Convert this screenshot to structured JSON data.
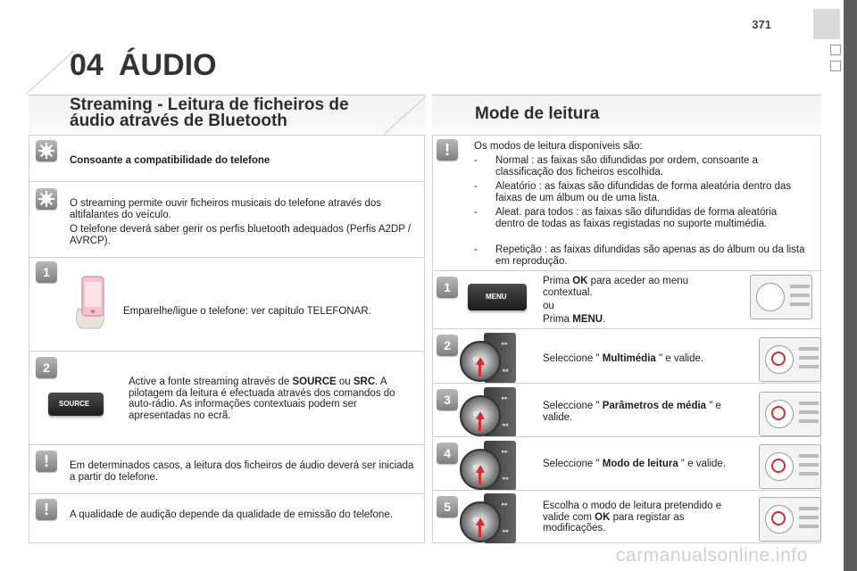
{
  "page_number": "371",
  "chapter": {
    "number": "04",
    "title": "ÁUDIO"
  },
  "left_section": {
    "title_line1": "Streaming - Leitura de ficheiros de",
    "title_line2": "áudio através de Bluetooth",
    "compat_heading": "Consoante a compatibilidade do telefone",
    "intro_p1": "O streaming permite ouvir ficheiros musicais do telefone através dos altifalantes do veículo.",
    "intro_p2": "O telefone deverá saber gerir os perfis bluetooth adequados (Perfis A2DP / AVRCP).",
    "step1_text": "Emparelhe/ligue o telefone: ver capítulo TELEFONAR.",
    "step2": {
      "pre": "Active a fonte streaming através de ",
      "source": "SOURCE",
      "mid": " ou ",
      "src": "SRC",
      "post": ". A pilotagem da leitura é efectuada através dos comandos do auto-rádio. As informações contextuais podem ser apresentadas no ecrã."
    },
    "source_button_label": "SOURCE",
    "warning1": "Em determinados casos, a leitura dos ficheiros de áudio deverá ser iniciada a partir do telefone.",
    "warning2": "A qualidade de audição depende da qualidade de emissão do telefone."
  },
  "right_section": {
    "title": "Mode de leitura",
    "intro": "Os modos de leitura disponíveis são:",
    "modes": [
      "Normal : as faixas são difundidas por ordem, consoante a classificação dos ficheiros escolhida.",
      "Aleatório : as faixas são difundidas de forma aleatória dentro das faixas de um álbum ou de uma lista.",
      "Aleat. para todos : as faixas são difundidas de forma aleatória dentro de todas as faixas registadas no suporte multimédia.",
      "Repetição : as faixas difundidas são apenas as do álbum ou da lista em reprodução."
    ],
    "dash": "-",
    "menu_button_label": "MENU",
    "steps": [
      {
        "number": "1",
        "pre": "Prima ",
        "bold": "OK",
        "post": " para aceder ao menu contextual.",
        "or": "ou",
        "pre2": "Prima ",
        "bold2": "MENU",
        "post2": "."
      },
      {
        "number": "2",
        "pre": "Seleccione \" ",
        "bold": "Multimédia",
        "post": " \" e valide."
      },
      {
        "number": "3",
        "pre": "Seleccione \" ",
        "bold": "Parâmetros de média",
        "post": " \" e valide."
      },
      {
        "number": "4",
        "pre": "Seleccione \" ",
        "bold": "Modo de leitura",
        "post": " \" e valide."
      },
      {
        "number": "5",
        "pre": "Escolha o modo de leitura pretendido e valide com ",
        "bold": "OK",
        "post": " para registar as modificações."
      }
    ],
    "knob_label": "OK"
  },
  "left_step_numbers": [
    "1",
    "2"
  ],
  "watermark": "carmanualsonline.info",
  "colors": {
    "accent_red": "#d42b2b",
    "icon_grey": "#9a9a9a",
    "sidebar": "#5d5d5d"
  },
  "icons": {
    "info": "sun-info-icon",
    "step": "step-number-icon",
    "warning": "warning-icon"
  }
}
